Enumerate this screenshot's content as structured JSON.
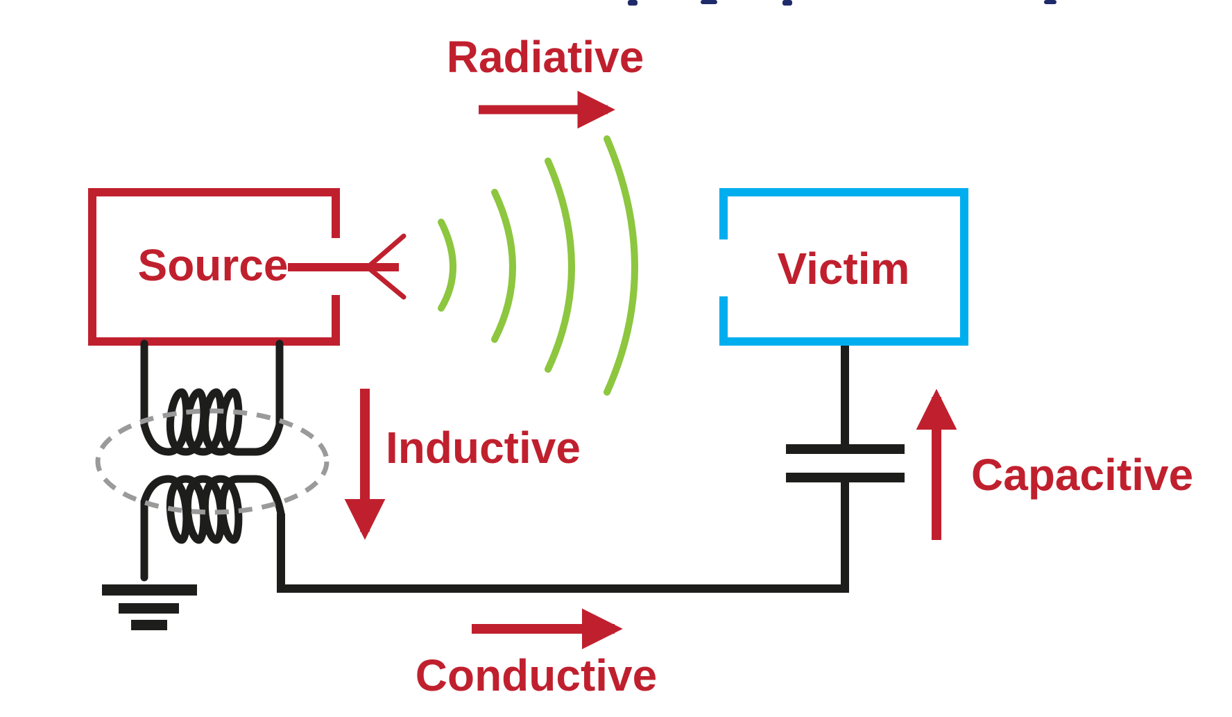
{
  "colors": {
    "source": "#c0202e",
    "victim": "#00aeef",
    "wave": "#8dc63f",
    "wire": "#1d1d1b",
    "coupling_dash": "#9a9a9a",
    "label": "#c0202e",
    "background": "#ffffff"
  },
  "blocks": {
    "source_label": "Source",
    "victim_label": "Victim"
  },
  "coupling": {
    "radiative_label": "Radiative",
    "inductive_label": "Inductive",
    "capacitive_label": "Capacitive",
    "conductive_label": "Conductive"
  },
  "icons": [
    "antenna-icon",
    "radio-wave-icon",
    "transformer-coil-icon",
    "ground-icon",
    "capacitor-icon",
    "arrow-icon"
  ]
}
